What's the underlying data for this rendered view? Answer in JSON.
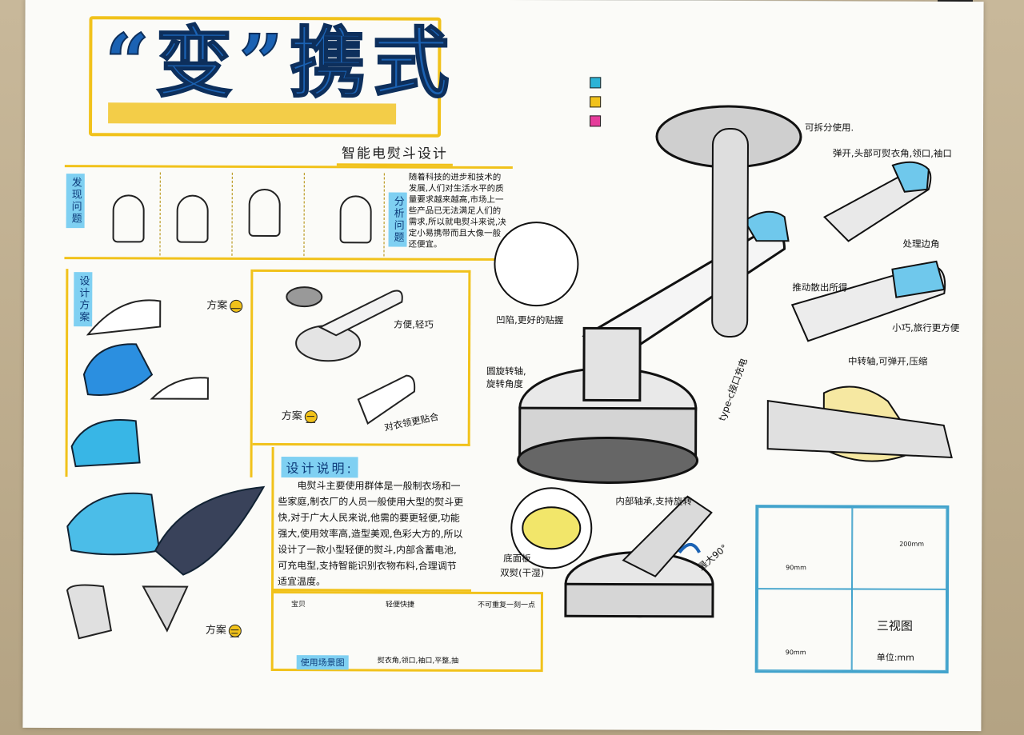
{
  "title": {
    "main": "“变”携式",
    "subtitle": "智能电熨斗设计"
  },
  "discovery": {
    "label": "发现问题",
    "analysis_label": "分析问题",
    "text": "随着科技的进步和技术的发展,人们对生活水平的质量要求越来越高,市场上一些产品已无法满足人们的需求,所以就电熨斗来说,决定小易携带而且大像一般还便宜。"
  },
  "plans": {
    "label": "设计方案",
    "plan1": "方案",
    "plan2": "方案",
    "plan3": "方案",
    "note1": "方便,轻巧",
    "note2": "对衣领更贴合"
  },
  "design_note": {
    "head": "设计说明:",
    "text": "电熨斗主要使用群体是一般制衣场和一些家庭,制衣厂的人员一般使用大型的熨斗更快,对于广大人民来说,他需的要更轻便,功能强大,使用效率高,造型美观,色彩大方的,所以设计了一款小型轻便的熨斗,内部含蓄电池,可充电型,支持智能识别衣物布料,合理调节适宜温度。"
  },
  "scene": {
    "label": "使用场景图",
    "s1": "宝贝",
    "s2": "轻便快捷",
    "s3": "不可重复一刻一点",
    "bottom": "熨衣角,领口,袖口,平整,抽"
  },
  "hero_notes": {
    "detach": "可拆分使用.",
    "pop": "弹开,头部可熨衣角,领口,袖口",
    "corner": "处理边角",
    "push": "推动散出所得",
    "travel": "小巧,旅行更方便",
    "rotate_axis": "中转轴,可弹开,压缩",
    "rotate": "圆旋转轴,旋转角度",
    "groove": "凹陷,更好的贴握",
    "typec": "type-c接口充电",
    "bottom_panel": "底面板",
    "steam": "双熨(干湿)",
    "inner_axis": "内部轴承,支持旋转",
    "angle": "最大90°"
  },
  "views": {
    "label": "三视图",
    "unit": "单位:mm",
    "dim1": "200mm",
    "dim2": "90mm",
    "dim3": "90mm"
  },
  "colors": {
    "yellow": "#f1c21b",
    "blue": "#42a3cc",
    "magenta": "#e63b9a",
    "cyan": "#2bb3d6"
  }
}
